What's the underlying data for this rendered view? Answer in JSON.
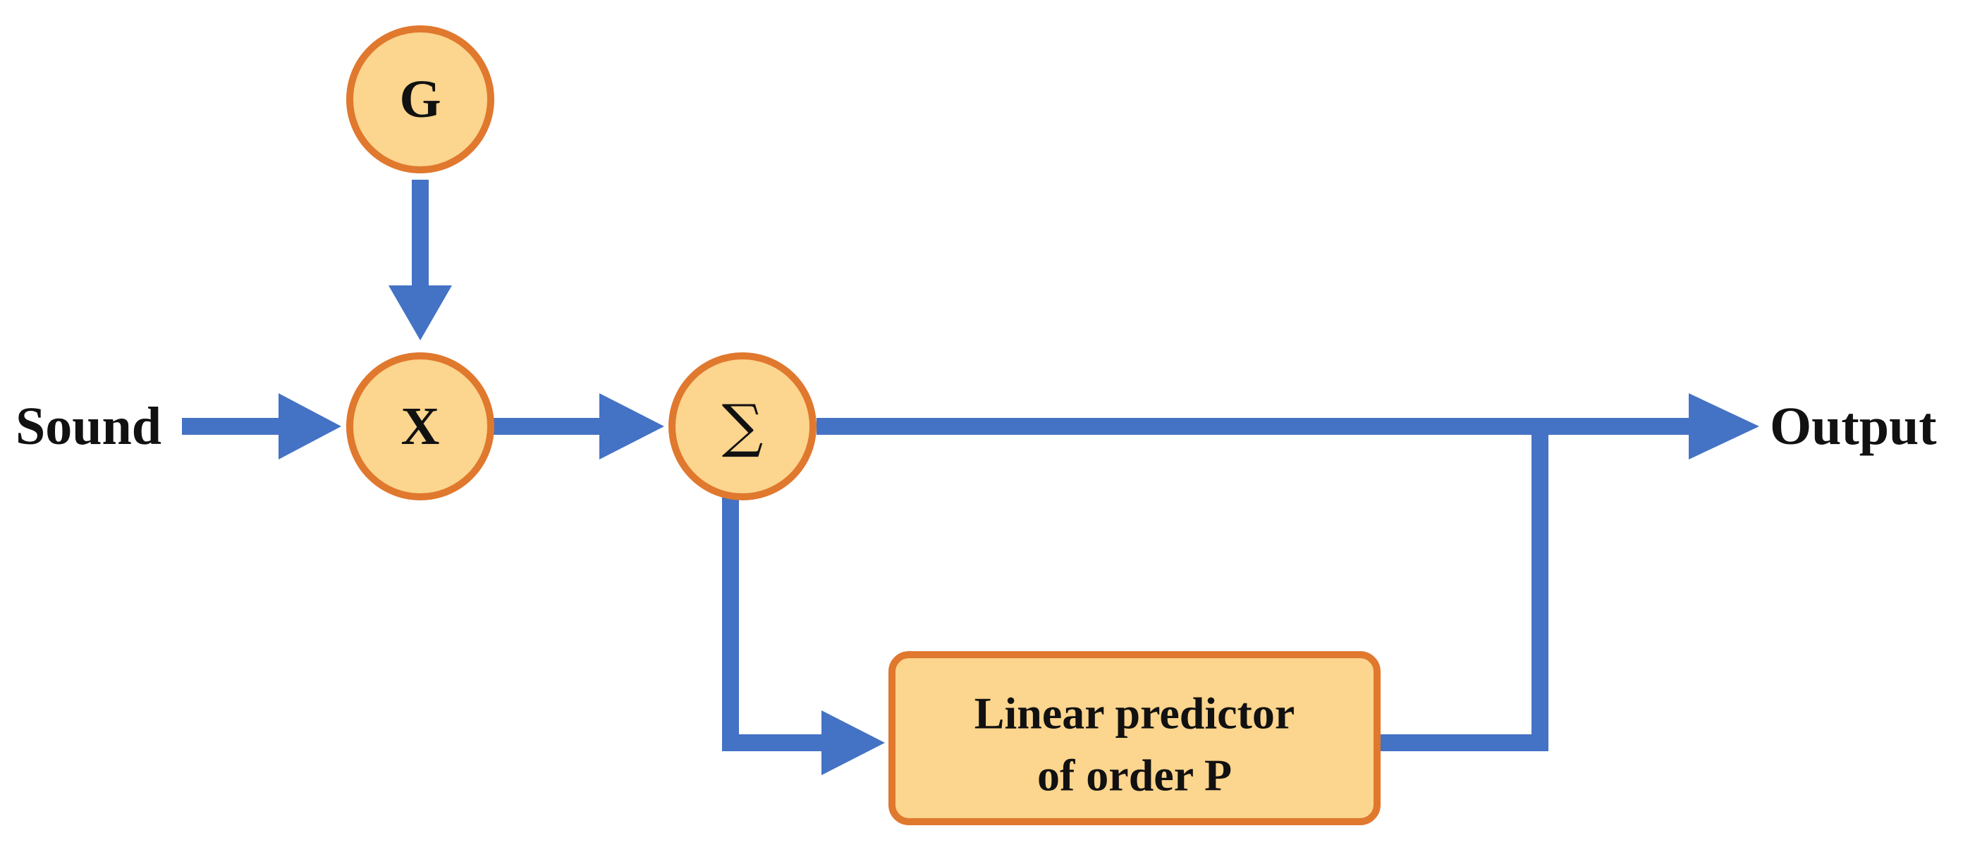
{
  "colors": {
    "node_fill": "#FCD58E",
    "node_stroke": "#E0782E",
    "line": "#4472C4",
    "text": "#111111"
  },
  "nodes": {
    "gain": {
      "label": "G"
    },
    "multiplier": {
      "label": "X"
    },
    "summation": {
      "label": "∑"
    },
    "predictor": {
      "line1": "Linear predictor",
      "line2": "of order P"
    }
  },
  "io": {
    "input": "Sound",
    "output": "Output"
  }
}
